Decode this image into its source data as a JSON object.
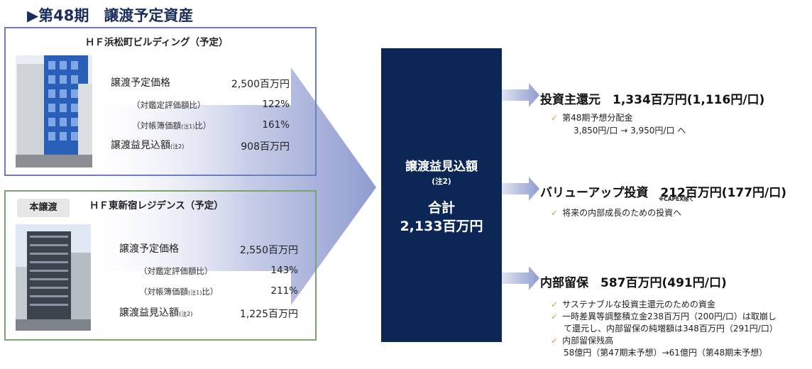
{
  "header": {
    "title": "▶第48期　譲渡予定資産"
  },
  "property1": {
    "name": "ＨＦ浜松町ビルディング（予定）",
    "price_label": "譲渡予定価格",
    "price_value": "2,500百万円",
    "appraisal_label": "（対鑑定評価額比）",
    "appraisal_value": "122%",
    "book_label": "（対帳簿価額",
    "book_note": "(注1)",
    "book_suffix": "比）",
    "book_value": "161%",
    "gain_label": "譲渡益見込額",
    "gain_note": "(注2)",
    "gain_value": "908百万円"
  },
  "property2": {
    "tag": "本譲渡",
    "name": "ＨＦ東新宿レジデンス（予定）",
    "price_label": "譲渡予定価格",
    "price_value": "2,550百万円",
    "appraisal_label": "（対鑑定評価額比）",
    "appraisal_value": "143%",
    "book_label": "（対帳簿価額",
    "book_note": "(注1)",
    "book_suffix": "比）",
    "book_value": "211%",
    "gain_label": "譲渡益見込額",
    "gain_note": "(注2)",
    "gain_value": "1,225百万円"
  },
  "summary": {
    "title": "譲渡益見込額",
    "note": "(注2)",
    "total_label": "合計",
    "total_value": "2,133百万円"
  },
  "allocations": {
    "investor_return": {
      "title": "投資主還元　1,334百万円(1,116円/口)",
      "item1_line1": "第48期予想分配金",
      "item1_line2": "3,850円/口 → 3,950円/口 へ"
    },
    "value_up": {
      "title": "バリューアップ投資　212百万円(177円/口)",
      "capex_note": "※CAPEX除く",
      "item1": "将来の内部成長のための投資へ"
    },
    "retained": {
      "title": "内部留保　587百万円(491円/口)",
      "item1": "サステナブルな投資主還元のための資金",
      "item2_line1": "一時差異等調整積立金238百万円（200円/口）は取崩し",
      "item2_line2": "て還元し、内部留保の純増額は348百万円（291円/口）",
      "item3_line1": "内部留保残高",
      "item3_line2": "58億円（第47期末予想）→61億円（第48期末予想）"
    }
  },
  "colors": {
    "navy": "#0c2755",
    "card1_border": "#6b7fbf",
    "card2_border": "#7aa36e",
    "check": "#e59a3c",
    "arrow": "#aab3d8"
  }
}
